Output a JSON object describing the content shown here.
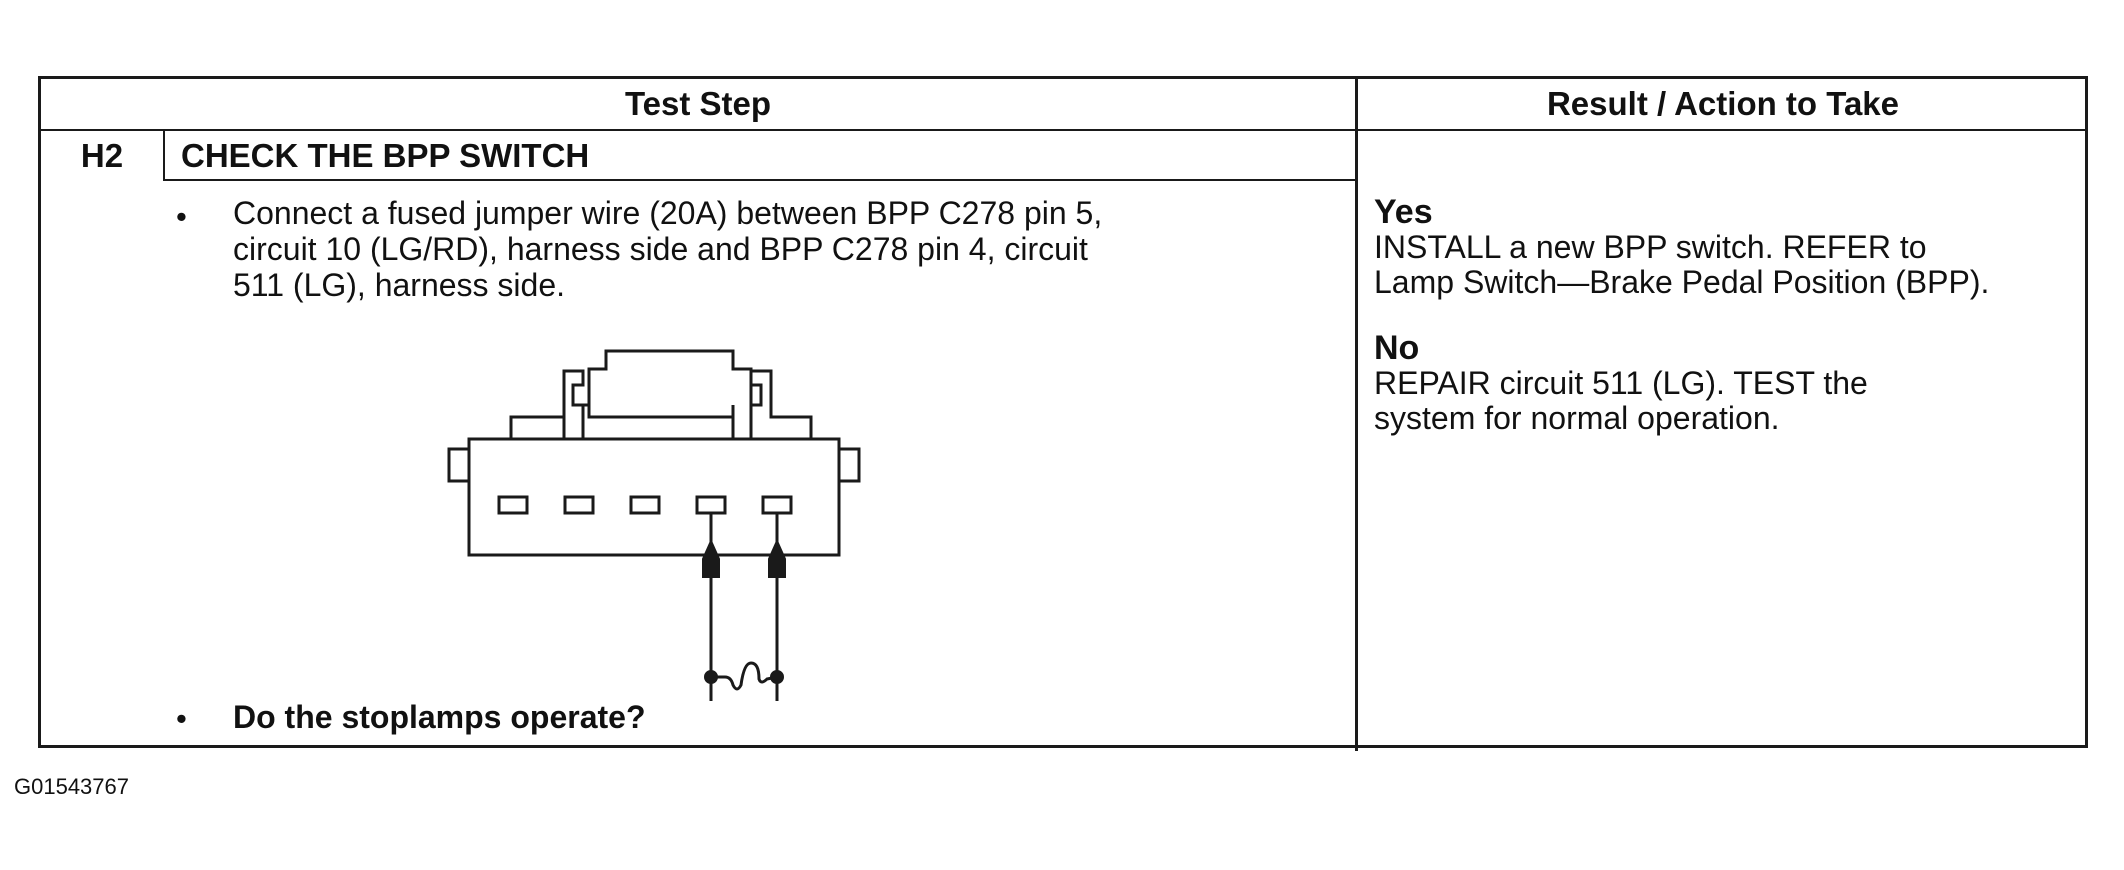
{
  "table": {
    "header": {
      "test_step": "Test Step",
      "result_action": "Result / Action to Take"
    },
    "step": {
      "id": "H2",
      "title": "CHECK THE BPP SWITCH",
      "bullet_glyph": "•",
      "instruction": "Connect a fused jumper wire (20A) between BPP C278 pin 5,\ncircuit 10 (LG/RD), harness side and BPP C278 pin 4, circuit\n511 (LG), harness side.",
      "question": "Do the stoplamps operate?"
    },
    "results": [
      {
        "answer": "Yes",
        "action": "INSTALL a new BPP switch. REFER to\nLamp Switch—Brake Pedal Position (BPP)."
      },
      {
        "answer": "No",
        "action": "REPAIR circuit 511 (LG). TEST the\nsystem for normal operation."
      }
    ]
  },
  "diagram": {
    "description_icon": "connector-with-fused-jumper-icon"
  },
  "figure_id": "G01543767"
}
